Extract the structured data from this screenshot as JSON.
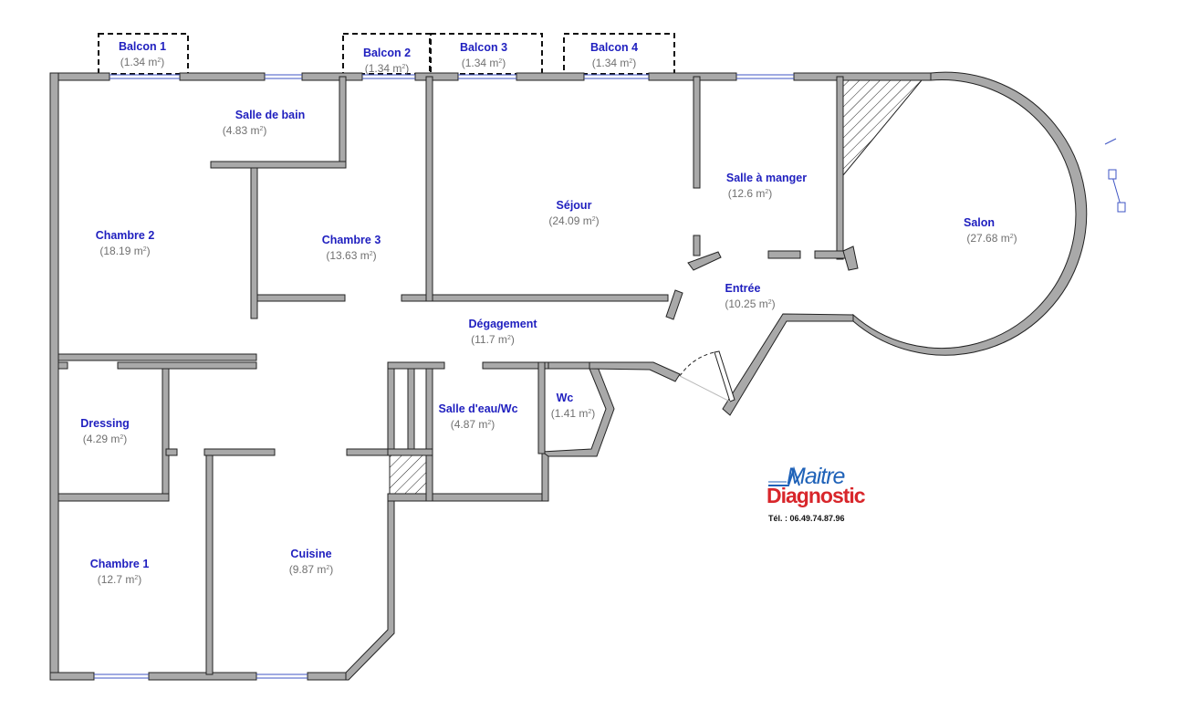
{
  "rooms": [
    {
      "id": "balcon-1",
      "name": "Balcon 1",
      "area": "(1.34 m",
      "sup": "2",
      "close": ")"
    },
    {
      "id": "balcon-2",
      "name": "Balcon 2",
      "area": "(1.34 m",
      "sup": "2",
      "close": ")"
    },
    {
      "id": "balcon-3",
      "name": "Balcon 3",
      "area": "(1.34 m",
      "sup": "2",
      "close": ")"
    },
    {
      "id": "balcon-4",
      "name": "Balcon 4",
      "area": "(1.34 m",
      "sup": "2",
      "close": ")"
    },
    {
      "id": "salle-de-bain",
      "name": "Salle de bain",
      "area": "(4.83 m",
      "sup": "2",
      "close": ")"
    },
    {
      "id": "salle-a-manger",
      "name": "Salle à manger",
      "area": "(12.6 m",
      "sup": "2",
      "close": ")"
    },
    {
      "id": "sejour",
      "name": "Séjour",
      "area": "(24.09 m",
      "sup": "2",
      "close": ")"
    },
    {
      "id": "salon",
      "name": "Salon",
      "area": "(27.68 m",
      "sup": "2",
      "close": ")"
    },
    {
      "id": "chambre-2",
      "name": "Chambre 2",
      "area": "(18.19 m",
      "sup": "2",
      "close": ")"
    },
    {
      "id": "chambre-3",
      "name": "Chambre 3",
      "area": "(13.63 m",
      "sup": "2",
      "close": ")"
    },
    {
      "id": "entree",
      "name": "Entrée",
      "area": "(10.25 m",
      "sup": "2",
      "close": ")"
    },
    {
      "id": "degagement",
      "name": "Dégagement",
      "area": "(11.7 m",
      "sup": "2",
      "close": ")"
    },
    {
      "id": "dressing",
      "name": "Dressing",
      "area": "(4.29 m",
      "sup": "2",
      "close": ")"
    },
    {
      "id": "salle-d-eau-wc",
      "name": "Salle d'eau/Wc",
      "area": "(4.87 m",
      "sup": "2",
      "close": ")"
    },
    {
      "id": "wc",
      "name": "Wc",
      "area": "(1.41 m",
      "sup": "2",
      "close": ")"
    },
    {
      "id": "chambre-1",
      "name": "Chambre 1",
      "area": "(12.7 m",
      "sup": "2",
      "close": ")"
    },
    {
      "id": "cuisine",
      "name": "Cuisine",
      "area": "(9.87 m",
      "sup": "2",
      "close": ")"
    }
  ],
  "logo": {
    "line1": "Maitre",
    "line2": "Diagnostic",
    "phone": "Tél. : 06.49.74.87.96"
  },
  "colors": {
    "wall_fill": "#a9a9a9",
    "wall_stroke": "#222222",
    "window": "#3f55c4",
    "label_name": "#1f1fbf",
    "label_area": "#707070"
  }
}
